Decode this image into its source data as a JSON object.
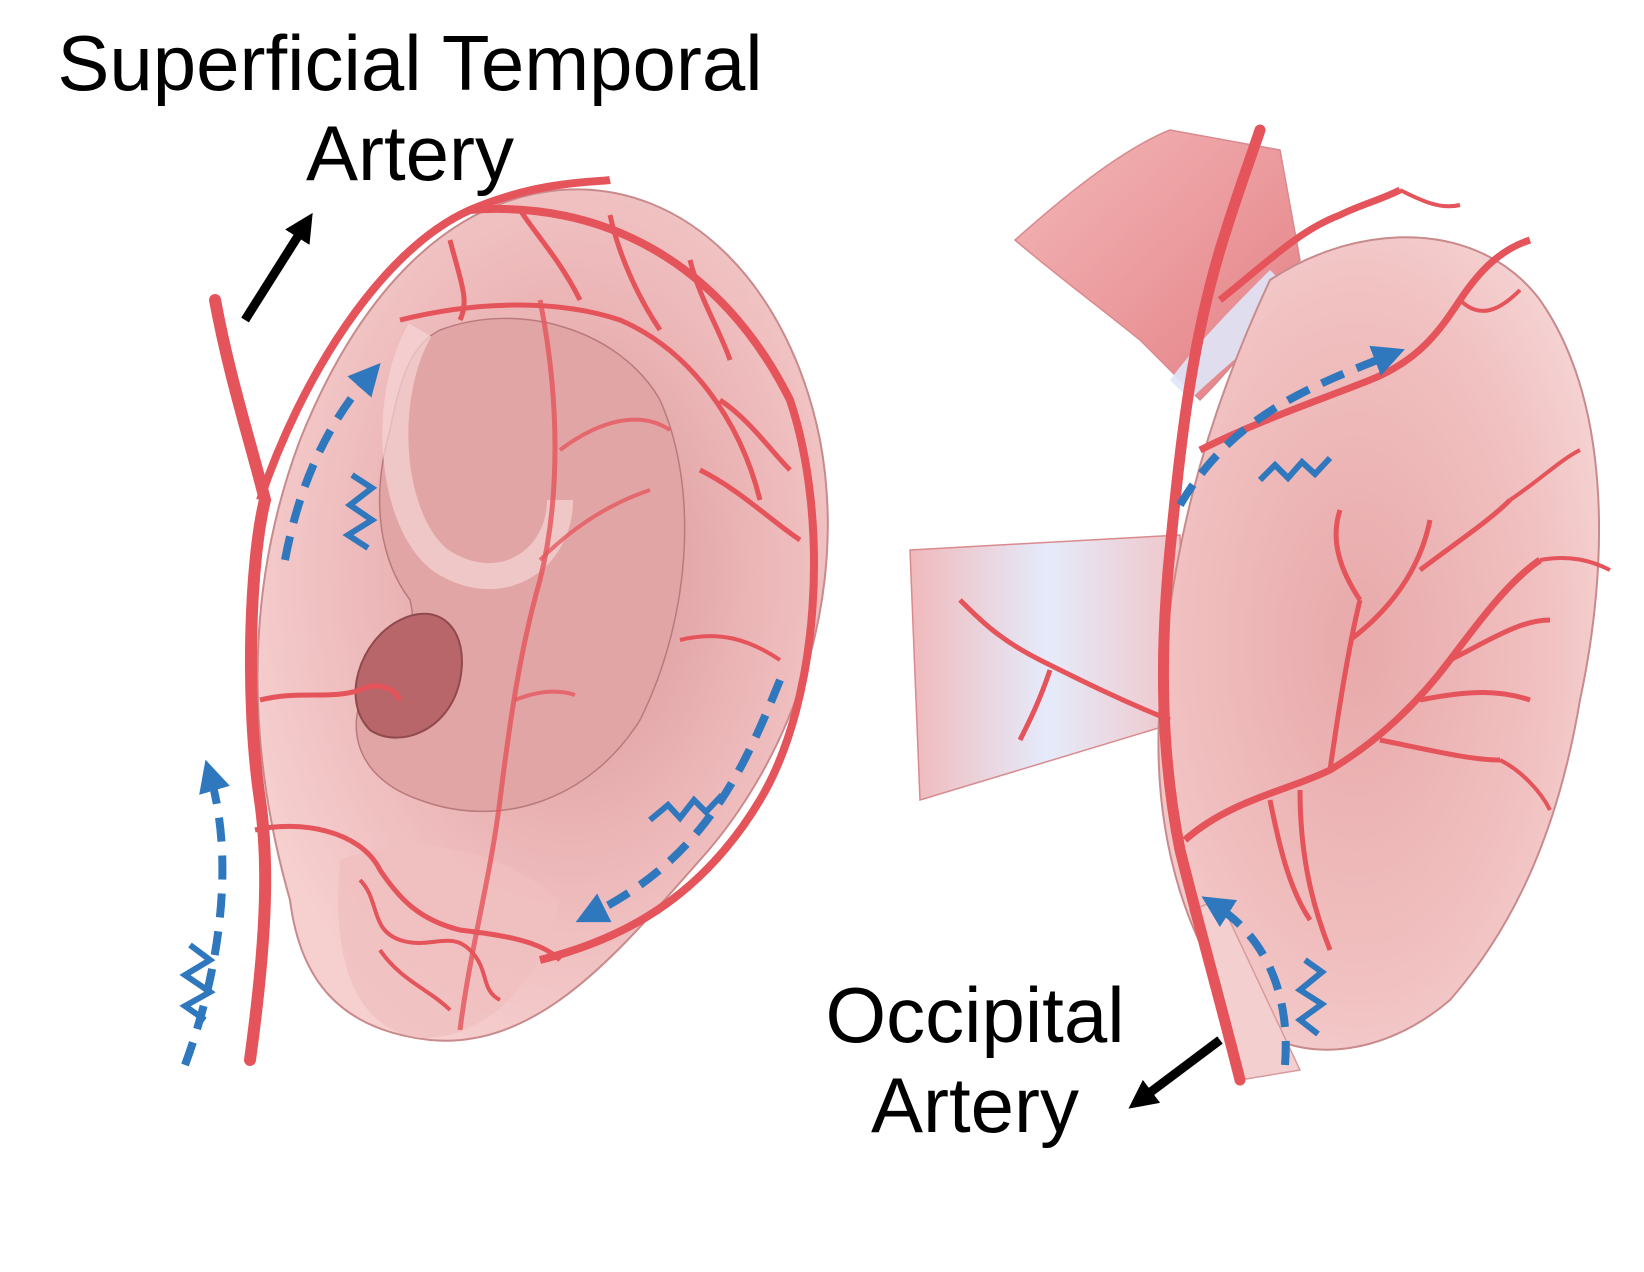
{
  "labels": {
    "superficial_temporal": {
      "line1": "Superficial Temporal",
      "line2": "Artery"
    },
    "occipital": {
      "line1": "Occipital",
      "line2": "Artery"
    }
  },
  "colors": {
    "artery": "#e4545a",
    "artery_dark": "#c93a42",
    "skin": "#f2c0c0",
    "skin_shadow": "#d9999b",
    "muscle": "#e98c90",
    "fascia": "#dfe6f8",
    "flow_arrow": "#2f78bd",
    "pointer_arrow": "#000000"
  },
  "icons": [
    "blood-flow-arrow",
    "pulse-zigzag-icon",
    "pointer-arrow"
  ]
}
